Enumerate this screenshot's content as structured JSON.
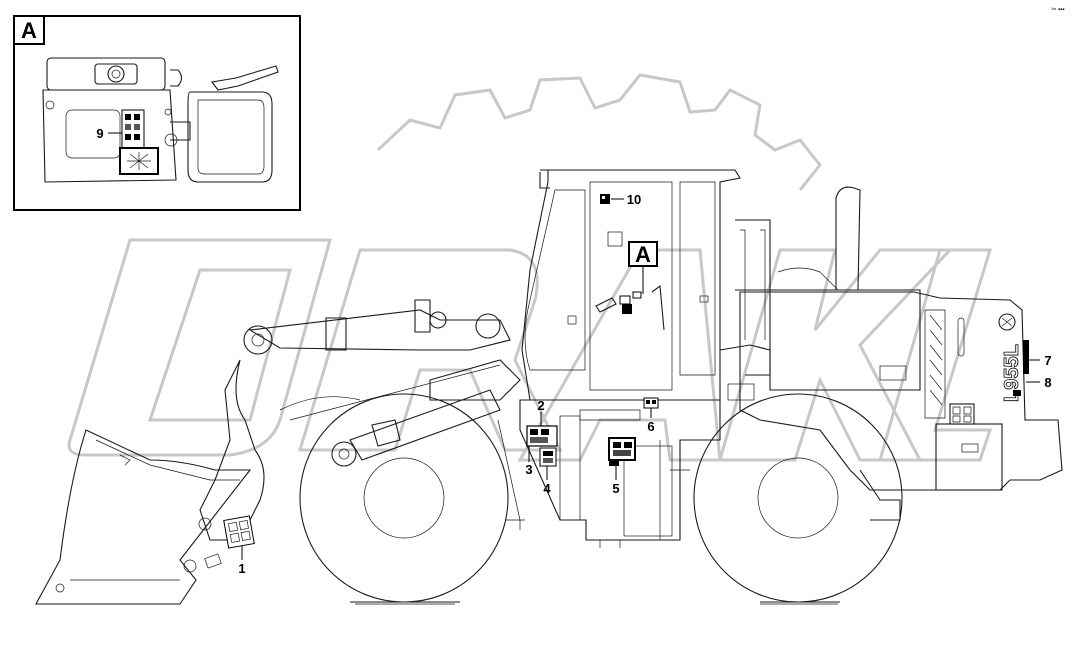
{
  "detail_box": {
    "label": "A"
  },
  "cab_marker": {
    "label": "A"
  },
  "model_text": "L955L",
  "corner_mark": "✂ ▪▪▪",
  "callouts": [
    {
      "id": "1",
      "text": "1"
    },
    {
      "id": "2",
      "text": "2"
    },
    {
      "id": "3",
      "text": "3"
    },
    {
      "id": "4",
      "text": "4"
    },
    {
      "id": "5",
      "text": "5"
    },
    {
      "id": "6",
      "text": "6"
    },
    {
      "id": "7",
      "text": "7"
    },
    {
      "id": "8",
      "text": "8"
    },
    {
      "id": "9",
      "text": "9"
    },
    {
      "id": "10",
      "text": "10"
    }
  ],
  "colors": {
    "line": "#1a1a1a",
    "watermark": "#c8c8c8",
    "background": "#ffffff"
  }
}
